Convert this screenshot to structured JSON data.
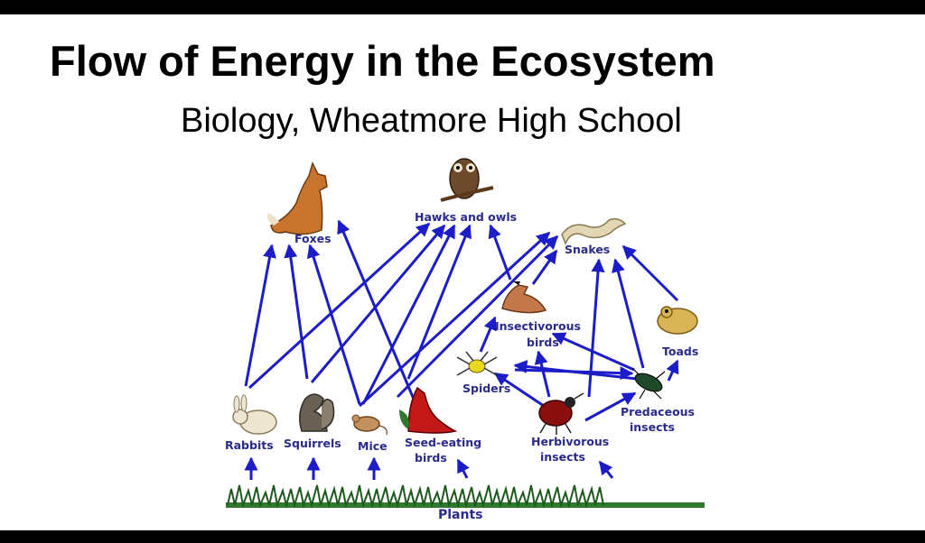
{
  "slide": {
    "title": "Flow of Energy in the Ecosystem",
    "subtitle": "Biology, Wheatmore High School"
  },
  "food_web": {
    "arrow_color": "#1c1cc8",
    "label_color": "#2a2a8a",
    "labels": {
      "foxes": "Foxes",
      "hawks_owls": "Hawks and owls",
      "snakes": "Snakes",
      "insectivorous_birds_1": "Insectivorous",
      "insectivorous_birds_2": "birds",
      "toads": "Toads",
      "spiders": "Spiders",
      "predaceous_1": "Predaceous",
      "predaceous_2": "insects",
      "rabbits": "Rabbits",
      "squirrels": "Squirrels",
      "mice": "Mice",
      "seed_eating_1": "Seed-eating",
      "seed_eating_2": "birds",
      "herbivorous_1": "Herbivorous",
      "herbivorous_2": "insects",
      "plants": "Plants"
    },
    "links": [
      [
        "plants",
        "rabbits"
      ],
      [
        "plants",
        "squirrels"
      ],
      [
        "plants",
        "mice"
      ],
      [
        "plants",
        "seed-eating birds"
      ],
      [
        "plants",
        "herbivorous insects"
      ],
      [
        "rabbits",
        "foxes"
      ],
      [
        "rabbits",
        "hawks and owls"
      ],
      [
        "squirrels",
        "foxes"
      ],
      [
        "squirrels",
        "hawks and owls"
      ],
      [
        "mice",
        "foxes"
      ],
      [
        "mice",
        "hawks and owls"
      ],
      [
        "mice",
        "snakes"
      ],
      [
        "seed-eating birds",
        "foxes"
      ],
      [
        "seed-eating birds",
        "hawks and owls"
      ],
      [
        "seed-eating birds",
        "snakes"
      ],
      [
        "insectivorous birds",
        "hawks and owls"
      ],
      [
        "insectivorous birds",
        "snakes"
      ],
      [
        "spiders",
        "insectivorous birds"
      ],
      [
        "spiders",
        "predaceous insects"
      ],
      [
        "herbivorous insects",
        "spiders"
      ],
      [
        "herbivorous insects",
        "insectivorous birds"
      ],
      [
        "herbivorous insects",
        "predaceous insects"
      ],
      [
        "herbivorous insects",
        "snakes"
      ],
      [
        "predaceous insects",
        "spiders"
      ],
      [
        "predaceous insects",
        "insectivorous birds"
      ],
      [
        "predaceous insects",
        "toads"
      ],
      [
        "predaceous insects",
        "snakes"
      ],
      [
        "toads",
        "snakes"
      ]
    ]
  }
}
